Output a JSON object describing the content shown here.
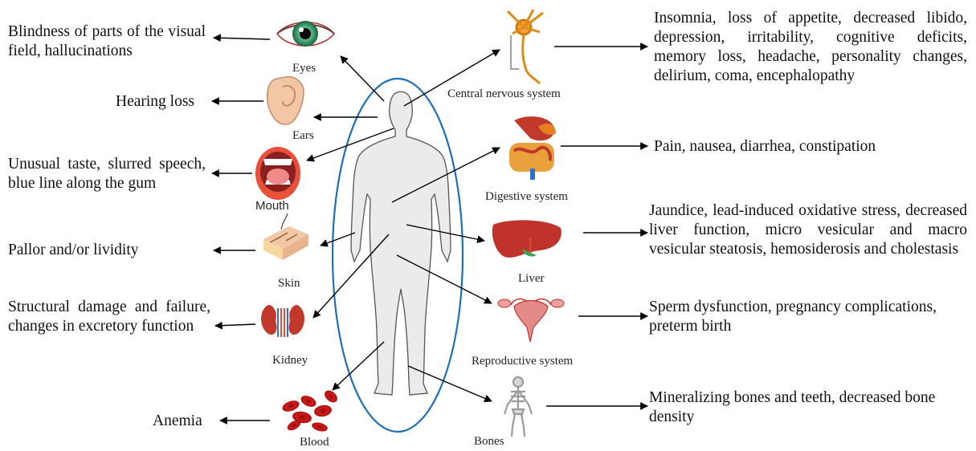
{
  "organs": {
    "eyes": "Eyes",
    "ears": "Ears",
    "mouth": "Mouth",
    "skin": "Skin",
    "kidney": "Kidney",
    "blood": "Blood",
    "cns": "Central nervous system",
    "digestive": "Digestive system",
    "liver": "Liver",
    "reproductive": "Reproductive system",
    "bones": "Bones"
  },
  "effects": {
    "eyes": "Blindness of parts of the visual field, hallucinations",
    "ears": "Hearing loss",
    "mouth": "Unusual taste, slurred speech, blue line along the gum",
    "skin": "Pallor and/or lividity",
    "kidney": "Structural damage and failure, changes in excretory function",
    "blood": "Anemia",
    "cns": "Insomnia, loss of appetite, decreased libido, depression, irritability, cognitive deficits, memory loss, headache, personality changes, delirium, coma, encephalopathy",
    "digestive": "Pain, nausea, diarrhea, constipation",
    "liver": "Jaundice, lead-induced oxidative stress, decreased liver function, micro vesicular and macro vesicular steatosis, hemosiderosis and cholestasis",
    "reproductive": "Sperm dysfunction, pregnancy complications, preterm birth",
    "bones": "Mineralizing bones and teeth, decreased bone density"
  },
  "colors": {
    "ellipse": "#1f6fb6",
    "arrow": "#000000",
    "body_fill": "#ebebeb",
    "body_stroke": "#555555"
  }
}
